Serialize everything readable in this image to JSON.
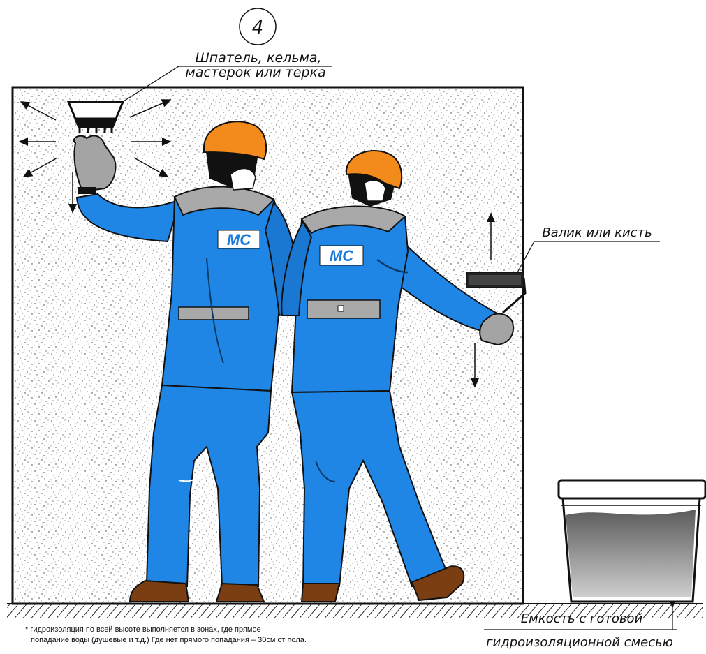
{
  "step_number": "4",
  "labels": {
    "tool_line1": "Шпатель, кельма,",
    "tool_line2": "мастерок или терка",
    "roller": "Валик или кисть",
    "container_line1": "Емкость с готовой",
    "container_line2": "гидроизоляционной смесью"
  },
  "footnote": {
    "line1": "* гидроизоляция по всей высоте выполняется в зонах, где прямое",
    "line2": "попадание воды (душевые и т.д.) Где нет прямого попадания – 30см от пола."
  },
  "logo_text": "MC",
  "colors": {
    "suit": "#1f86e6",
    "suit_shadow": "#156bc0",
    "helmet": "#f28a1c",
    "collar": "#a9a9a9",
    "glove": "#a4a4a4",
    "boot": "#7a3e12",
    "logo_bg": "#ffffff",
    "logo_text": "#1a7ad8",
    "container_fill": "#6f6f6f"
  },
  "icons": [
    "trowel-icon",
    "roller-icon",
    "arrow-icon",
    "helmet-icon"
  ]
}
